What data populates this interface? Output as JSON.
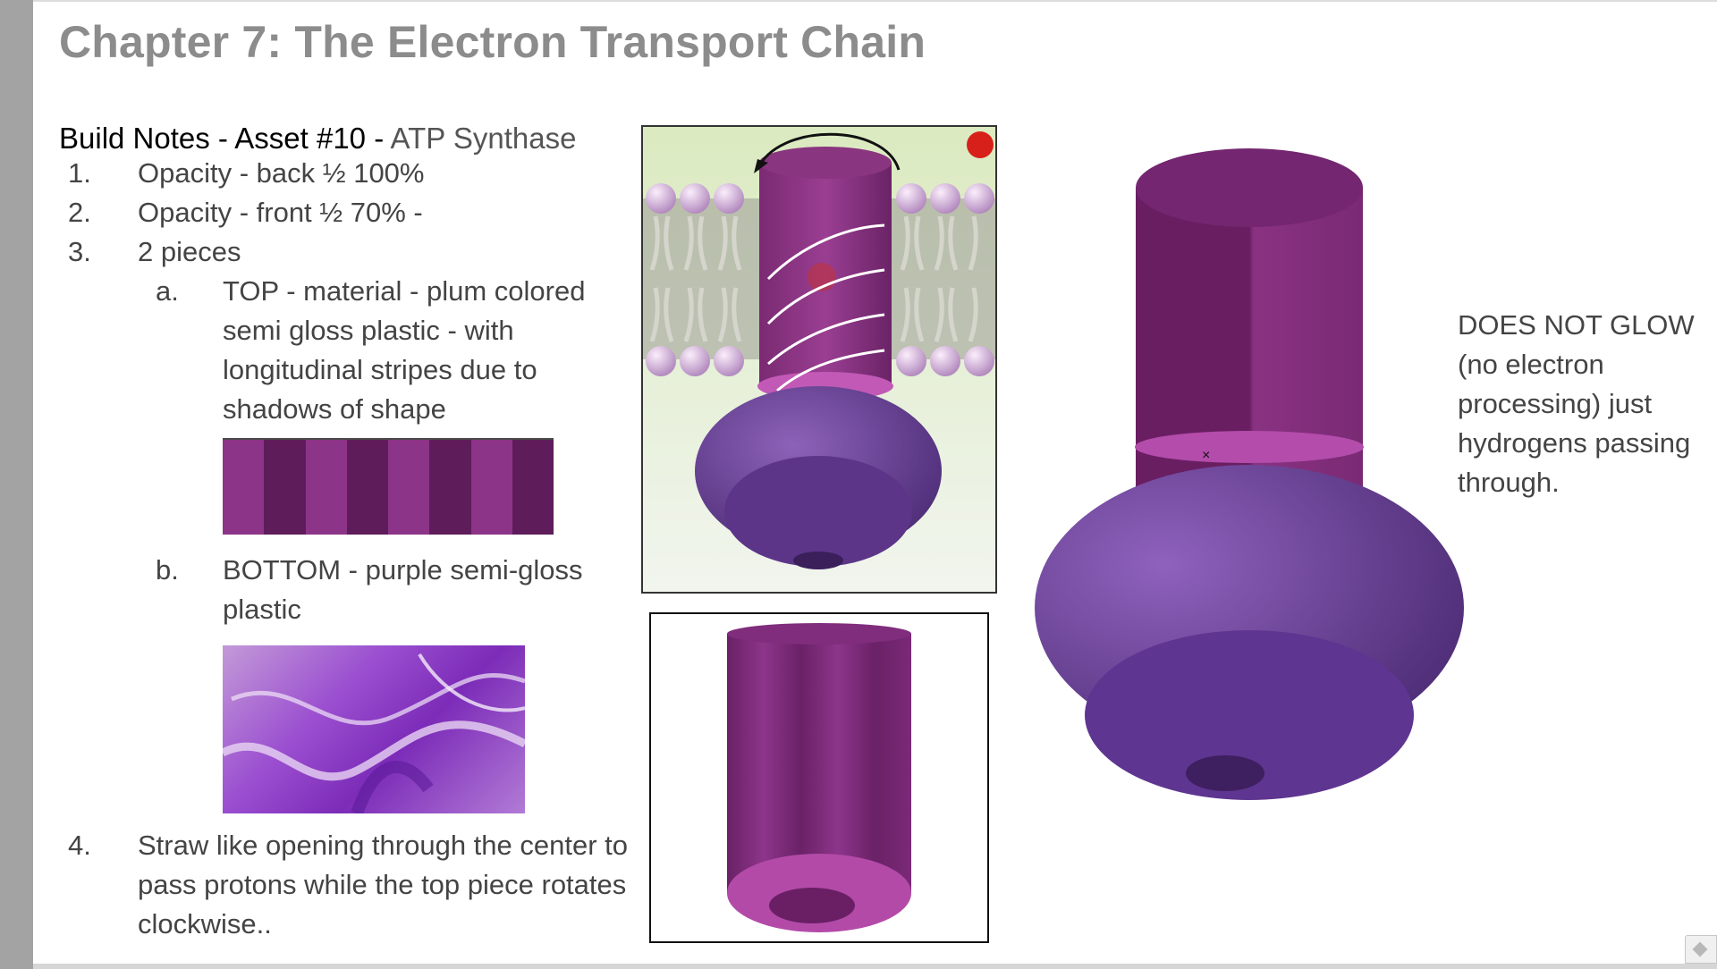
{
  "chapter_title": "Chapter 7: The Electron Transport Chain",
  "build_heading": {
    "main": "Build Notes - Asset #10 - ",
    "sub": "ATP Synthase"
  },
  "notes": [
    {
      "num": "1.",
      "text": "Opacity - back ½ 100%"
    },
    {
      "num": "2.",
      "text": "Opacity - front ½  70% -"
    },
    {
      "num": "3.",
      "text": "2 pieces"
    }
  ],
  "subnotes": [
    {
      "num": "a.",
      "text": "TOP - material - plum colored semi gloss plastic - with longitudinal stripes due to shadows of shape"
    },
    {
      "num": "b.",
      "text": "BOTTOM - purple semi-gloss plastic"
    }
  ],
  "note4": {
    "num": "4.",
    "text": "Straw like opening through the center to pass protons while the top piece rotates clockwise.."
  },
  "side_note": "DOES NOT GLOW (no electron processing) just hydrogens passing through.",
  "colors": {
    "plum_light": "#8c3488",
    "plum_dark": "#5e1c5b",
    "purple": "#6a3a92",
    "title_gray": "#8c8c8c"
  }
}
